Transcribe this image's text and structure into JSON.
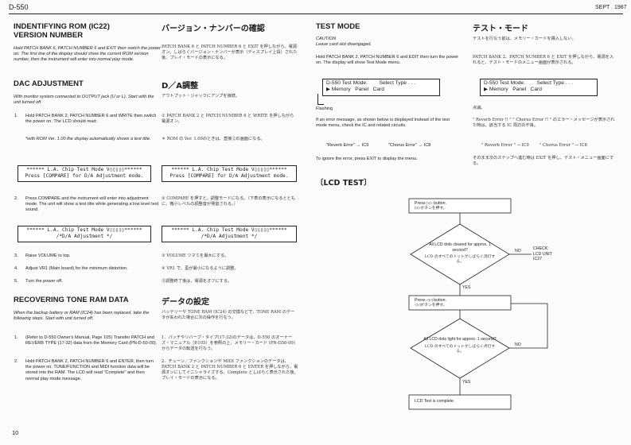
{
  "header": {
    "model": "D-550",
    "date": "SEPT . 1987",
    "page_number": "10"
  },
  "sections": {
    "identifying": {
      "title_en_1": "INDENTIFYING ROM (IC22)",
      "title_en_2": "VERSION NUMBER",
      "text_en": "Hold PATCH BANK 6, PATCH NUMBER 6 and EXIT then switch the power on. The first line of the display should show the current ROM version number, then the instrument will enter into normal play mode.",
      "title_jp": "バージョン・ナンバーの確認",
      "text_jp": "PATCH BANK 6 と PATCH NUMBER 6 と EXIT を押しながら、電源オン。しばらくバージョン・ナンバーが表示（ディスプレイ上段）された後、プレイ・モードの表示になる。"
    },
    "dac": {
      "title_en": "DAC ADJUSTMENT",
      "intro_en": "With monitor system connected to OUTPUT jack (U or L). Start with the unit turned off.",
      "title_jp": "D／A調整",
      "intro_jp": "アウトプット・ジャックにアンプを接続。",
      "step1_num": "1.",
      "step1_en": "Hold PATCH BANK 2, PATCH NUMBER 6 and WRITE then switch the power on. The LCD should read:",
      "step1_jp": "① PATCH BANK 2 と PATCH NUMBER 6 と WRITE を押しながら電源オン。",
      "note_en": "*with ROM Ver. 1.00 the display automatically shows a test title.",
      "note_jp": "＊ ROM の Ver. 1.00のときは、直接②の画面になる。",
      "lcd1_line1": "****** L.A. Chip Test Mode V▯▯▯▯▯******",
      "lcd1_line2": "Press [COMPARE] for D/A Adjustment mode.",
      "step2_num": "2.",
      "step2_en": "Press COMPARE and the instrument will enter into adjustment mode. The unit will show a test title while generating a low level test sound.",
      "step2_jp": "② COMPARE を押すと、調整モードになる。（下表の表示になるとともに、微小レベルの調整音が発音される。）",
      "lcd2_line1": "****** L.A. Chip Test Mode V▯▯▯▯▯******",
      "lcd2_line2": "/*D/A Adjustment */",
      "step3_num": "3.",
      "step3_en": "Raise VOLUME to top.",
      "step3_jp": "③ VOLUME ツマミを最大にする。",
      "step4_num": "4.",
      "step4_en": "Adjust VR1 (Main board) for the minimum distortion.",
      "step4_jp": "④ VR1 で、歪が最小になるように調整。",
      "step5_num": "5.",
      "step5_en": "Turn the power off.",
      "step5_jp": "⑤調整終了後は、電源をオフにする。"
    },
    "recover": {
      "title_en": "RECOVERING TONE RAM DATA",
      "intro_en": "When the backup battery or RAM (IC24) has been replaced, take the following steps. Start with unit turned off.",
      "title_jp": "データの設定",
      "intro_jp": "バッテリーや TONE RAM (IC24) の交換などで、TONE RAM のデータが失われた場合に次の操作を行なう。",
      "step1_num": "1.",
      "step1_en": "(Refer to D-550 Owner's Manual, Page 105) Transfer PATCH and REVERB TYPE (17-32) data from the Memory Card (PN-D-50-00).",
      "step1_jp": "1．パッチやリバーブ・タイプ(17-32)のデータは、D-550 のオーナーズ・マニュアル（P.105）を参照の上、メモリー・カード (PN-D50-00) からデータの転送を行なう。",
      "step2_num": "2.",
      "step2_en": "Hold PATCH BANK 2, PATCH NUMBER 6 and ENTER, then turn the power on. TUNE/FUNCTION and MIDI function data will be stored into the RAM. The LCD will read \"Complete\" and then normal play mode message.",
      "step2_jp": "2．チューン／ファンクションや MIDI ファンクションのデータは、PATCH BANK 2 と PATCH NUMBER 6 と ENTER を押しながら、電源オンにしてイニシャライズする。Complete としばらく表示された後、プレイ・モードの表示になる。"
    },
    "test": {
      "title_en": "TEST MODE",
      "caution_en": "CAUTION\nLeave card slot disengaged.",
      "text_en": "Hold PATCH BANK 2, PATCH NUMBER 6 and EDIT then turn the power on. The display will show Test Mode menu.",
      "title_jp": "テスト・モード",
      "caution_jp": "テストを行なう前は、メモリー・カードを挿入しない。",
      "text_jp": "PATCH BANK 2、PATCH NUMBER 6 と EXIT を押しながら、電源を入れると、テスト・モードのメニュー画面が表示される。",
      "lcd_line1": "D-550 Test Mode.        Select Type . . .",
      "lcd_line2": "▶ Memory   Panel   Card",
      "flashing_en": "Flashing",
      "flashing_jp": "点滅。",
      "error_en": "If an error message, as shown below is displayed instead of the test mode menu, check the IC and related circuits.",
      "error_jp": "\" Reverb Error !! \" \" Chorus Error !! \" のエラー・メッセージが表示された時は、該当する IC 周辺の不良。",
      "reverb_err": "\"Reverb Error\" → IC9",
      "chorus_err": "\"Chorus Error\" → IC8",
      "reverb_err_jp": "\" Reverb Error \" → IC9",
      "chorus_err_jp": "\" Chorus Error \" → IC8",
      "ignore_en": "To ignore the error, press EXIT to display the menu.",
      "ignore_jp": "そのまま次のステップへ進む時は EXIT を押し、テスト・メニュー画面にする。"
    },
    "lcd_test": {
      "title": "〔LCD TEST〕",
      "flow_step1_en": "Press ▷▷ button.",
      "flow_step1_jp": "▷▷ボタンを押す。",
      "flow_dec1_en": "All LCD dots cleared for approx. 1 second?",
      "flow_dec1_jp": "LCD のすべてのドットがしばらく消灯する。",
      "no_label": "NO",
      "yes_label": "YES",
      "check_text": "CHECK:\nLCD UNIT\nIC27",
      "flow_step2_en": "Press ◁◁ button.",
      "flow_step2_jp": "◁◁ボタンを押す。",
      "flow_dec2_en": "All LCD dots light for approx. 1 second?",
      "flow_dec2_jp": "LCD のすべてのドットがしばらく点灯する。",
      "flow_end": "LCD Test is complete."
    }
  }
}
